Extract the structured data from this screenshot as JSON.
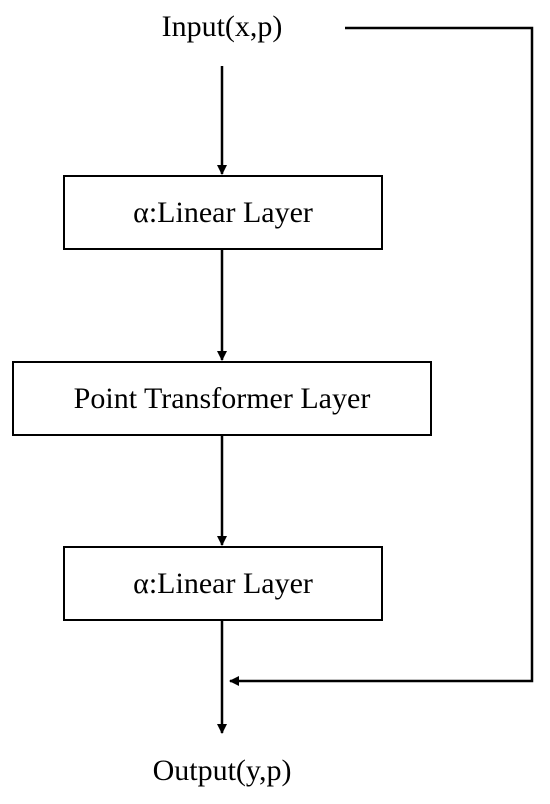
{
  "diagram": {
    "input_label": "Input(x,p)",
    "output_label": "Output(y,p)",
    "boxes": [
      {
        "label": "α:Linear Layer"
      },
      {
        "label": "Point Transformer Layer"
      },
      {
        "label": "α:Linear Layer"
      }
    ]
  },
  "colors": {
    "stroke": "#000000",
    "background": "#ffffff"
  }
}
